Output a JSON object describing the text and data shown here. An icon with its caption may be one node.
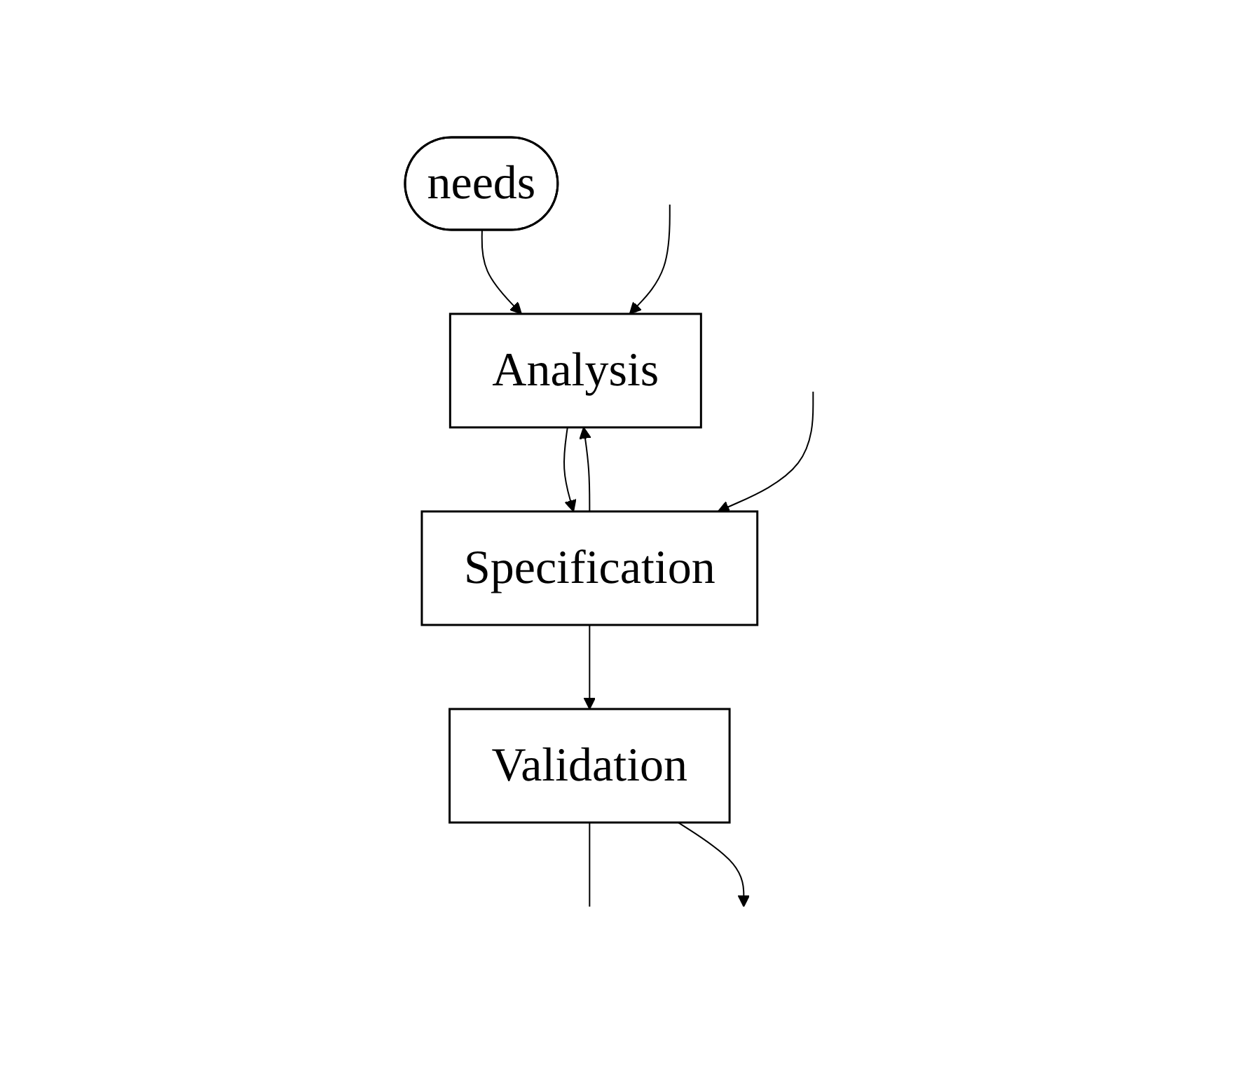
{
  "diagram": {
    "nodes": [
      {
        "text": [
          "needs"
        ]
      },
      {
        "text": [
          "Analysis"
        ]
      },
      {
        "text": [
          "Specification"
        ]
      },
      {
        "text": [
          "Validation"
        ]
      }
    ],
    "edges": [
      {
        "from": 0,
        "to": 1,
        "arrow": "to"
      },
      {
        "from": 1,
        "to": 2,
        "arrow": "to"
      },
      {
        "from": 2,
        "to": 1,
        "arrow": "to"
      },
      {
        "from": null,
        "to": 1,
        "arrow": "to"
      },
      {
        "from": null,
        "to": 2,
        "arrow": "to"
      },
      {
        "from": 2,
        "to": 3,
        "arrow": "to"
      },
      {
        "from": 3,
        "to": null,
        "arrow": "none"
      },
      {
        "from": 3,
        "to": null,
        "arrow": "to"
      }
    ]
  }
}
